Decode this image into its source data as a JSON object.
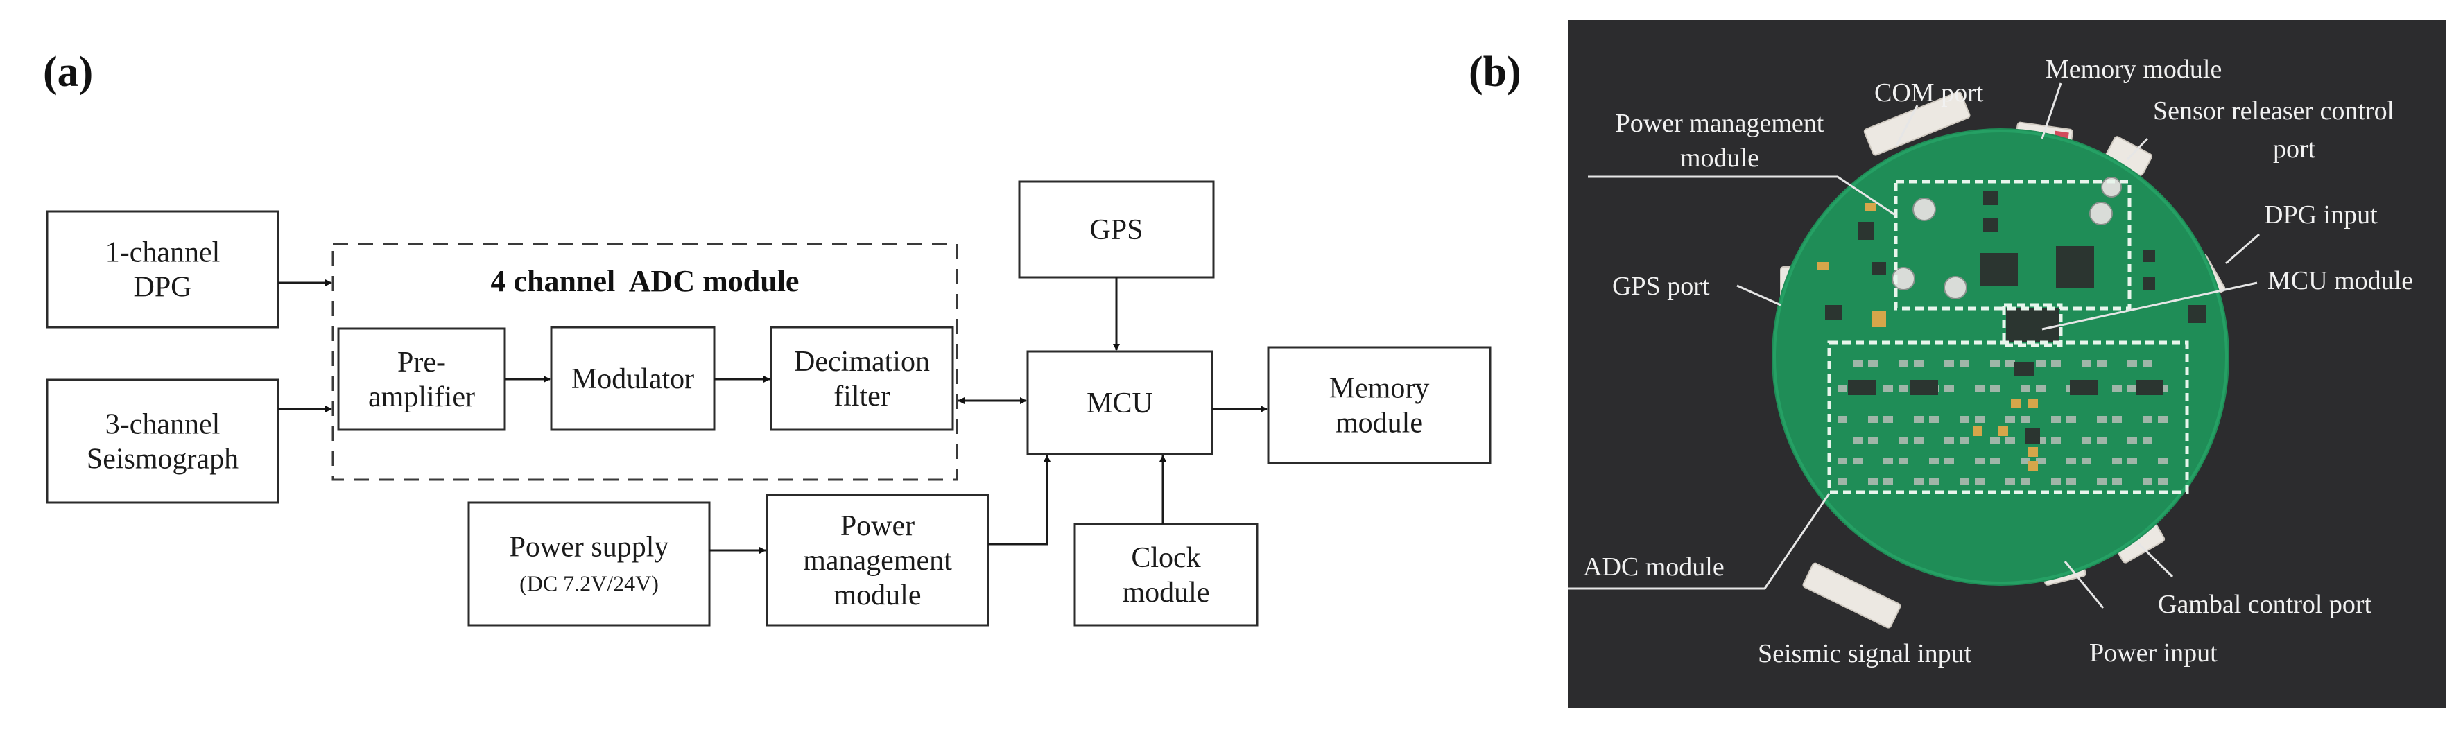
{
  "figure": {
    "panel_a_label": "(a)",
    "panel_b_label": "(b)"
  },
  "diagram": {
    "adc_module_title": "4 channel  ADC module",
    "blocks": {
      "dpg": [
        "1-channel",
        "DPG"
      ],
      "seismograph": [
        "3-channel",
        "Seismograph"
      ],
      "preamp": [
        "Pre-",
        "amplifier"
      ],
      "modulator": [
        "Modulator"
      ],
      "decimation": [
        "Decimation",
        "filter"
      ],
      "gps": [
        "GPS"
      ],
      "mcu": [
        "MCU"
      ],
      "memory": [
        "Memory",
        "module"
      ],
      "power_supply": [
        "Power supply",
        "(DC 7.2V/24V)"
      ],
      "power_mgmt": [
        "Power",
        "management",
        "module"
      ],
      "clock": [
        "Clock",
        "module"
      ]
    },
    "connections": [
      {
        "from": "dpg",
        "to": "adc_module",
        "type": "arrow"
      },
      {
        "from": "seismograph",
        "to": "adc_module",
        "type": "arrow"
      },
      {
        "from": "preamp",
        "to": "modulator",
        "type": "arrow"
      },
      {
        "from": "modulator",
        "to": "decimation",
        "type": "arrow"
      },
      {
        "from": "decimation",
        "to": "mcu",
        "type": "bidirectional"
      },
      {
        "from": "gps",
        "to": "mcu",
        "type": "arrow"
      },
      {
        "from": "mcu",
        "to": "memory",
        "type": "arrow"
      },
      {
        "from": "power_supply",
        "to": "power_mgmt",
        "type": "arrow"
      },
      {
        "from": "power_mgmt",
        "to": "mcu",
        "type": "arrow"
      },
      {
        "from": "clock",
        "to": "mcu",
        "type": "arrow"
      }
    ]
  },
  "photo": {
    "labels": {
      "power_management": [
        "Power management",
        "module"
      ],
      "com_port": "COM port",
      "memory_module": "Memory module",
      "sensor_releaser": [
        "Sensor releaser control",
        "port"
      ],
      "gps_port": "GPS port",
      "dpg_input": "DPG input",
      "mcu_module": "MCU module",
      "adc_module": "ADC module",
      "seismic_input": "Seismic signal input",
      "power_input": "Power input",
      "gambal_port": "Gambal control port"
    },
    "colors": {
      "background": "#2c2c2e",
      "pcb": "#1f8d57",
      "label_text": "#f1f1f1"
    }
  }
}
